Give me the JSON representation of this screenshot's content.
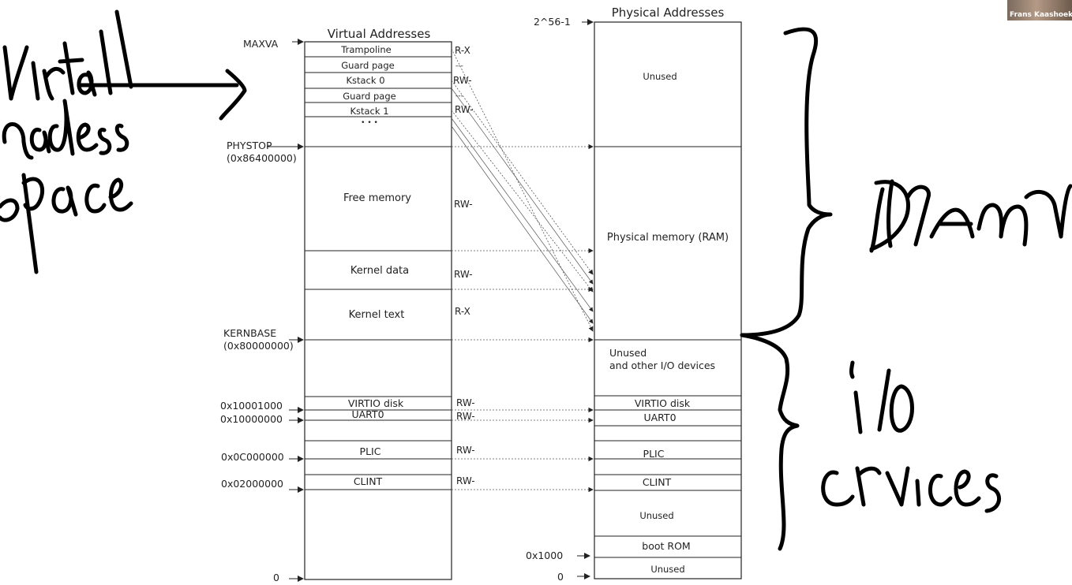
{
  "speaker": {
    "name": "Frans Kaashoek"
  },
  "virtual": {
    "title": "Virtual Addresses",
    "labels": {
      "maxva": "MAXVA",
      "phystop": "PHYSTOP",
      "phystop_addr": "(0x86400000)",
      "kernbase": "KERNBASE",
      "kernbase_addr": "(0x80000000)",
      "virtio": "0x10001000",
      "uart": "0x10000000",
      "plic": "0x0C000000",
      "clint": "0x02000000",
      "zero": "0"
    },
    "regions": {
      "trampoline": "Trampoline",
      "guard1": "Guard page",
      "kstack0": "Kstack 0",
      "guard2": "Guard page",
      "kstack1": "Kstack 1",
      "dots": "• • •",
      "free": "Free memory",
      "kdata": "Kernel data",
      "ktext": "Kernel text",
      "virtio": "VIRTIO disk",
      "uart": "UART0",
      "plic": "PLIC",
      "clint": "CLINT"
    },
    "perms": {
      "trampoline": "R-X",
      "guard1": "---",
      "kstack0": "RW-",
      "guard2": "---",
      "kstack1": "RW-",
      "free": "RW-",
      "kdata": "RW-",
      "ktext": "R-X",
      "virtio": "RW-",
      "uart": "RW-",
      "plic": "RW-",
      "clint": "RW-"
    }
  },
  "physical": {
    "title": "Physical Addresses",
    "labels": {
      "top": "2^56-1",
      "bootrom": "0x1000",
      "zero": "0"
    },
    "regions": {
      "unused_top": "Unused",
      "ram": "Physical memory (RAM)",
      "unused_io_1": "Unused",
      "unused_io_2": "and other I/O devices",
      "virtio": "VIRTIO disk",
      "uart": "UART0",
      "plic": "PLIC",
      "clint": "CLINT",
      "unused_low": "Unused",
      "bootrom": "boot ROM",
      "unused_bottom": "Unused"
    }
  },
  "annotations": {
    "handwriting_left": "virtual address space",
    "handwriting_dram": "DRAM",
    "handwriting_io": "i/o devices"
  }
}
